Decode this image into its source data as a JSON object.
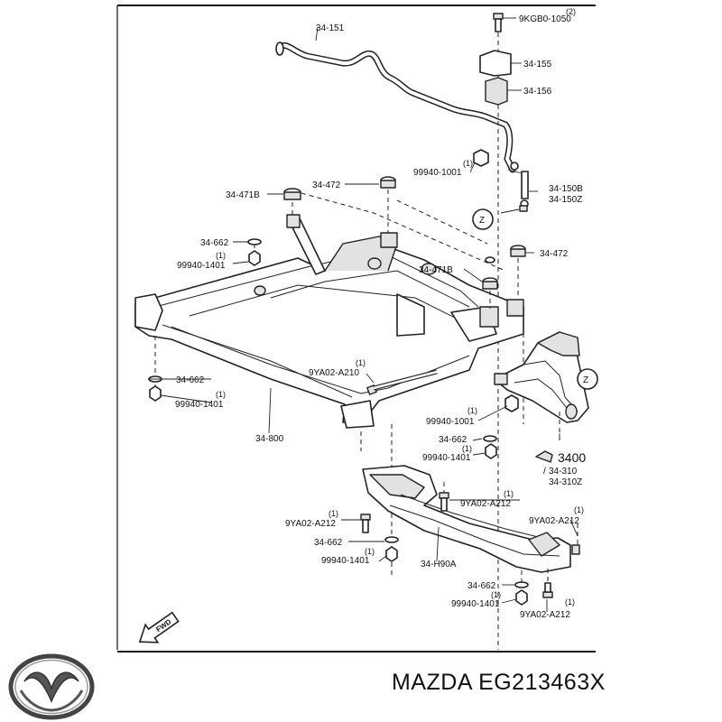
{
  "labels": {
    "p_9kgb0_1050": "9KGB0-1050",
    "p_9kgb0_1050_qty": "(2)",
    "p_34_151": "34-151",
    "p_34_155": "34-155",
    "p_34_156": "34-156",
    "p_99940_1001_top": "99940-1001",
    "p_99940_1001_top_qty": "(1)",
    "p_34_150b": "34-150B",
    "p_34_150z": "34-150Z",
    "p_z_top": "Z",
    "p_34_471b_left": "34-471B",
    "p_34_472_left": "34-472",
    "p_34_472_right": "34-472",
    "p_34_662_a": "34-662",
    "p_99940_1401_a": "99940-1401",
    "p_99940_1401_a_qty": "(1)",
    "p_34_471b_right": "34-471B",
    "p_34_662_b": "34-662",
    "p_99940_1401_b": "99940-1401",
    "p_99940_1401_b_qty": "(1)",
    "p_9ya02_a210": "9YA02-A210",
    "p_9ya02_a210_qty": "(1)",
    "p_99940_1001_mid": "99940-1001",
    "p_99940_1001_mid_qty": "(1)",
    "p_z_mid": "Z",
    "p_34_800": "34-800",
    "p_34_662_c": "34-662",
    "p_99940_1401_c": "99940-1401",
    "p_99940_1401_c_qty": "(1)",
    "p_3400": "3400",
    "p_34_310": "34-310",
    "p_34_310z": "34-310Z",
    "p_9ya02_a212_a": "9YA02-A212",
    "p_9ya02_a212_a_qty": "(1)",
    "p_9ya02_a212_b": "9YA02-A212",
    "p_9ya02_a212_b_qty": "(1)",
    "p_34_662_d": "34-662",
    "p_99940_1401_d": "99940-1401",
    "p_99940_1401_d_qty": "(1)",
    "p_34_h90a": "34-H90A",
    "p_9ya02_a212_c": "9YA02-A212",
    "p_9ya02_a212_c_qty": "(1)",
    "p_34_662_e": "34-662",
    "p_99940_1401_e": "99940-1401",
    "p_99940_1401_e_qty": "(1)",
    "p_9ya02_a212_d": "9YA02-A212",
    "p_9ya02_a212_d_qty": "(1)",
    "fwd": "FWD"
  },
  "caption": "MAZDA EG213463X",
  "icons": {
    "brand": "mazda-logo-icon",
    "direction": "fwd-arrow-icon"
  }
}
